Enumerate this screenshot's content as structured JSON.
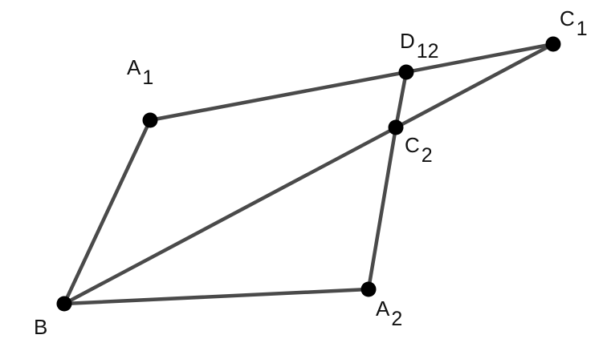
{
  "diagram": {
    "points": [
      {
        "id": "A1",
        "label": "A",
        "sub": "1"
      },
      {
        "id": "D12",
        "label": "D",
        "sub": "12"
      },
      {
        "id": "C1",
        "label": "C",
        "sub": "1"
      },
      {
        "id": "C2",
        "label": "C",
        "sub": "2"
      },
      {
        "id": "B",
        "label": "B",
        "sub": ""
      },
      {
        "id": "A2",
        "label": "A",
        "sub": "2"
      }
    ],
    "segments": [
      [
        "A1",
        "D12"
      ],
      [
        "D12",
        "C1"
      ],
      [
        "A1",
        "B"
      ],
      [
        "B",
        "C1"
      ],
      [
        "D12",
        "C2"
      ],
      [
        "C2",
        "A2"
      ],
      [
        "B",
        "A2"
      ]
    ],
    "colors": {
      "line": "#4a4a4a",
      "point": "#000000",
      "text": "#111111"
    }
  }
}
